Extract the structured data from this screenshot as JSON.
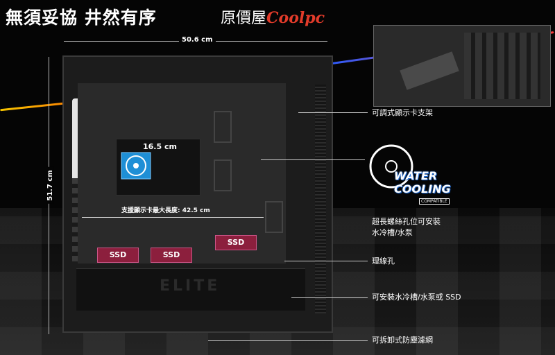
{
  "title": "無須妥協 井然有序",
  "brand": {
    "prefix": "原價屋",
    "logo": "Coolpc"
  },
  "dimensions": {
    "width": "50.6 cm",
    "height": "51.7 cm"
  },
  "labels": {
    "cooler_height": "16.5 cm",
    "gpu_length": "支援顯示卡最大長度: 42.5 cm",
    "psu_logo": "ELITE"
  },
  "ssd_labels": [
    "SSD",
    "SSD",
    "SSD"
  ],
  "badge": {
    "line1": "WATER",
    "line2": "COOLING",
    "line3": "COMPATIBLE"
  },
  "callouts": {
    "gpu_bracket": "可調式顯示卡支架",
    "long_holes_line1": "超長螺絲孔位可安裝",
    "long_holes_line2": "水冷槽/水泵",
    "cable_holes": "理線孔",
    "bottom_mount": "可安裝水冷槽/水泵或 SSD",
    "dust_filter": "可拆卸式防塵濾網"
  },
  "colors": {
    "ssd": "#8c1f3d",
    "badge_blue": "#1e6bd6",
    "brand_red": "#e23b2a"
  }
}
